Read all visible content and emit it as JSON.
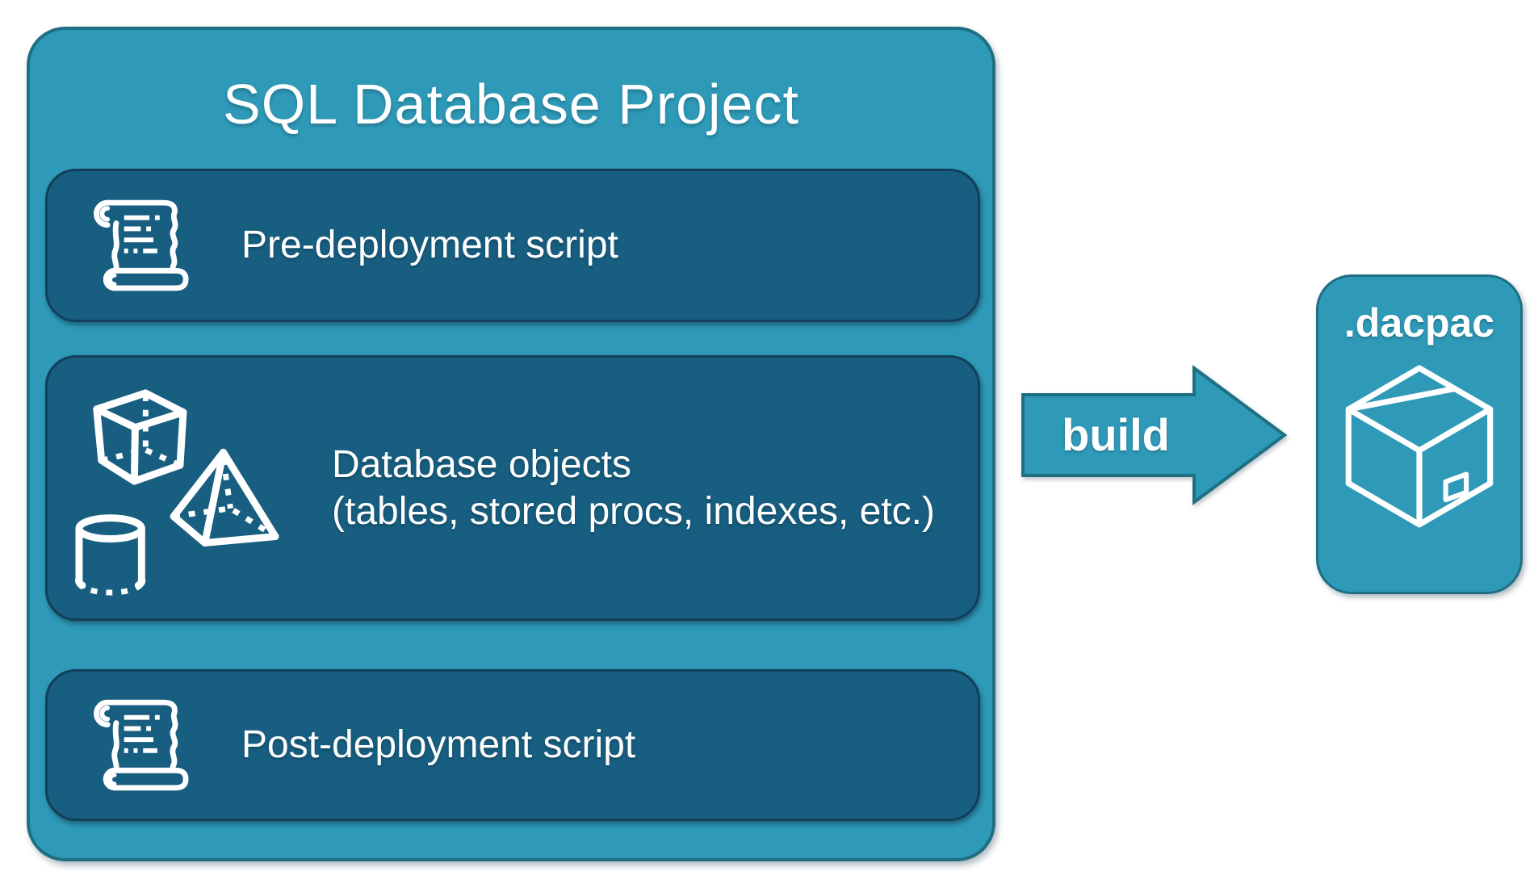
{
  "colors": {
    "page_bg": "#ffffff",
    "outer_fill": "#2e9ab8",
    "outer_border": "#1f6f83",
    "inner_fill": "#175e80",
    "inner_border": "#123f5a",
    "text_color": "#ffffff"
  },
  "project": {
    "title": "SQL Database Project",
    "items": [
      {
        "icon": "scroll-icon",
        "label": "Pre-deployment script"
      },
      {
        "icon": "shapes-icon",
        "label_line1": "Database objects",
        "label_line2": "(tables, stored procs, indexes, etc.)"
      },
      {
        "icon": "scroll-icon",
        "label": "Post-deployment script"
      }
    ]
  },
  "arrow": {
    "label": "build"
  },
  "output": {
    "label": ".dacpac",
    "icon": "package-icon"
  }
}
